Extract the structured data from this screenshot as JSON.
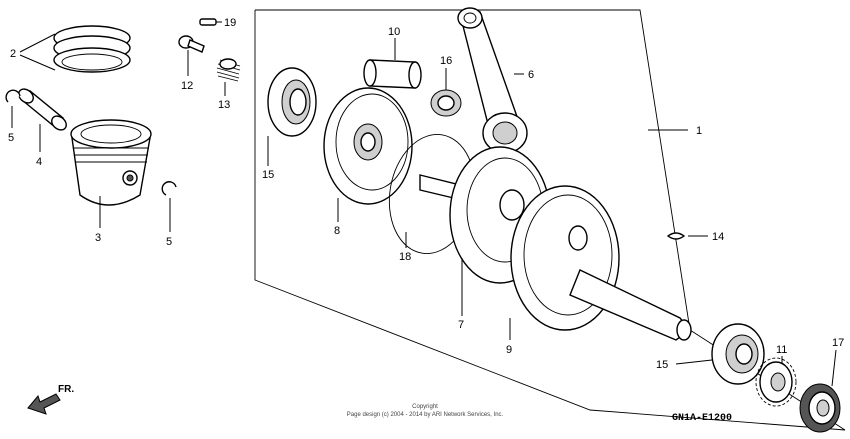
{
  "callouts": {
    "c1": "1",
    "c2": "2",
    "c3": "3",
    "c4": "4",
    "c5a": "5",
    "c5b": "5",
    "c6": "6",
    "c7": "7",
    "c8": "8",
    "c9": "9",
    "c10": "10",
    "c11": "11",
    "c12": "12",
    "c13": "13",
    "c14": "14",
    "c15a": "15",
    "c15b": "15",
    "c16": "16",
    "c17": "17",
    "c18": "18",
    "c19": "19"
  },
  "footer": {
    "copyright_title": "Copyright",
    "copyright_line": "Page design (c) 2004 - 2014 by ARI Network Services, Inc.",
    "diagram_code": "GN1A-E1200",
    "direction_label": "FR."
  }
}
